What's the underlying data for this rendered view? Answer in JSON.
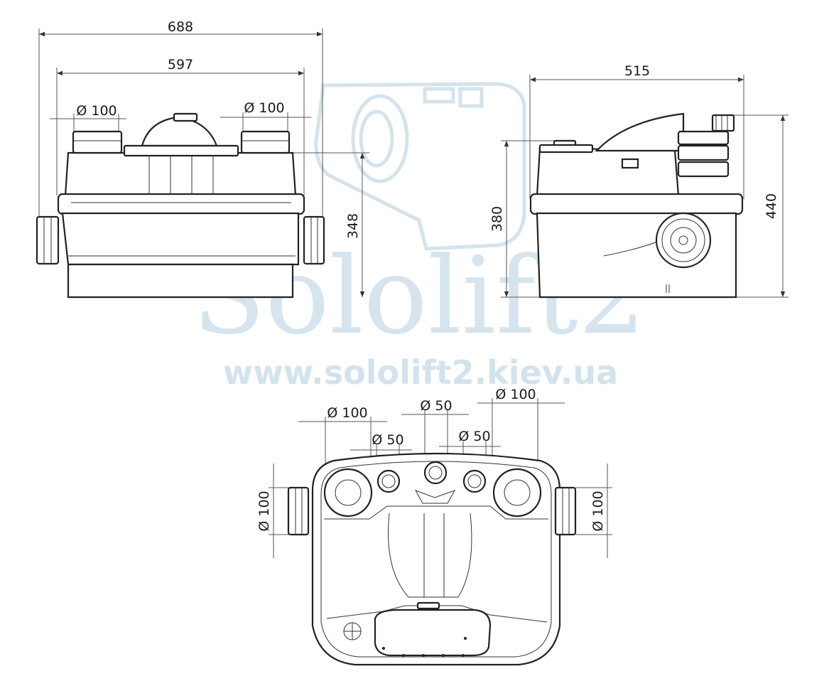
{
  "watermark": {
    "brand": "Sololift2",
    "url": "www.sololift2.kiev.ua"
  },
  "front_view": {
    "overall_width": "688",
    "body_width": "597",
    "inlet_left": "Ø 100",
    "inlet_right": "Ø 100",
    "inlet_height": "348"
  },
  "side_view": {
    "depth": "515",
    "outlet_height": "380",
    "overall_height": "440"
  },
  "top_view": {
    "inlet_top_left": "Ø 100",
    "inlet_top_center": "Ø 50",
    "inlet_top_right": "Ø 100",
    "inlet_small_left": "Ø 50",
    "inlet_small_right": "Ø 50",
    "side_left": "Ø 100",
    "side_right": "Ø 100"
  },
  "colors": {
    "line": "#222222",
    "watermark": "#cfe0ea"
  }
}
